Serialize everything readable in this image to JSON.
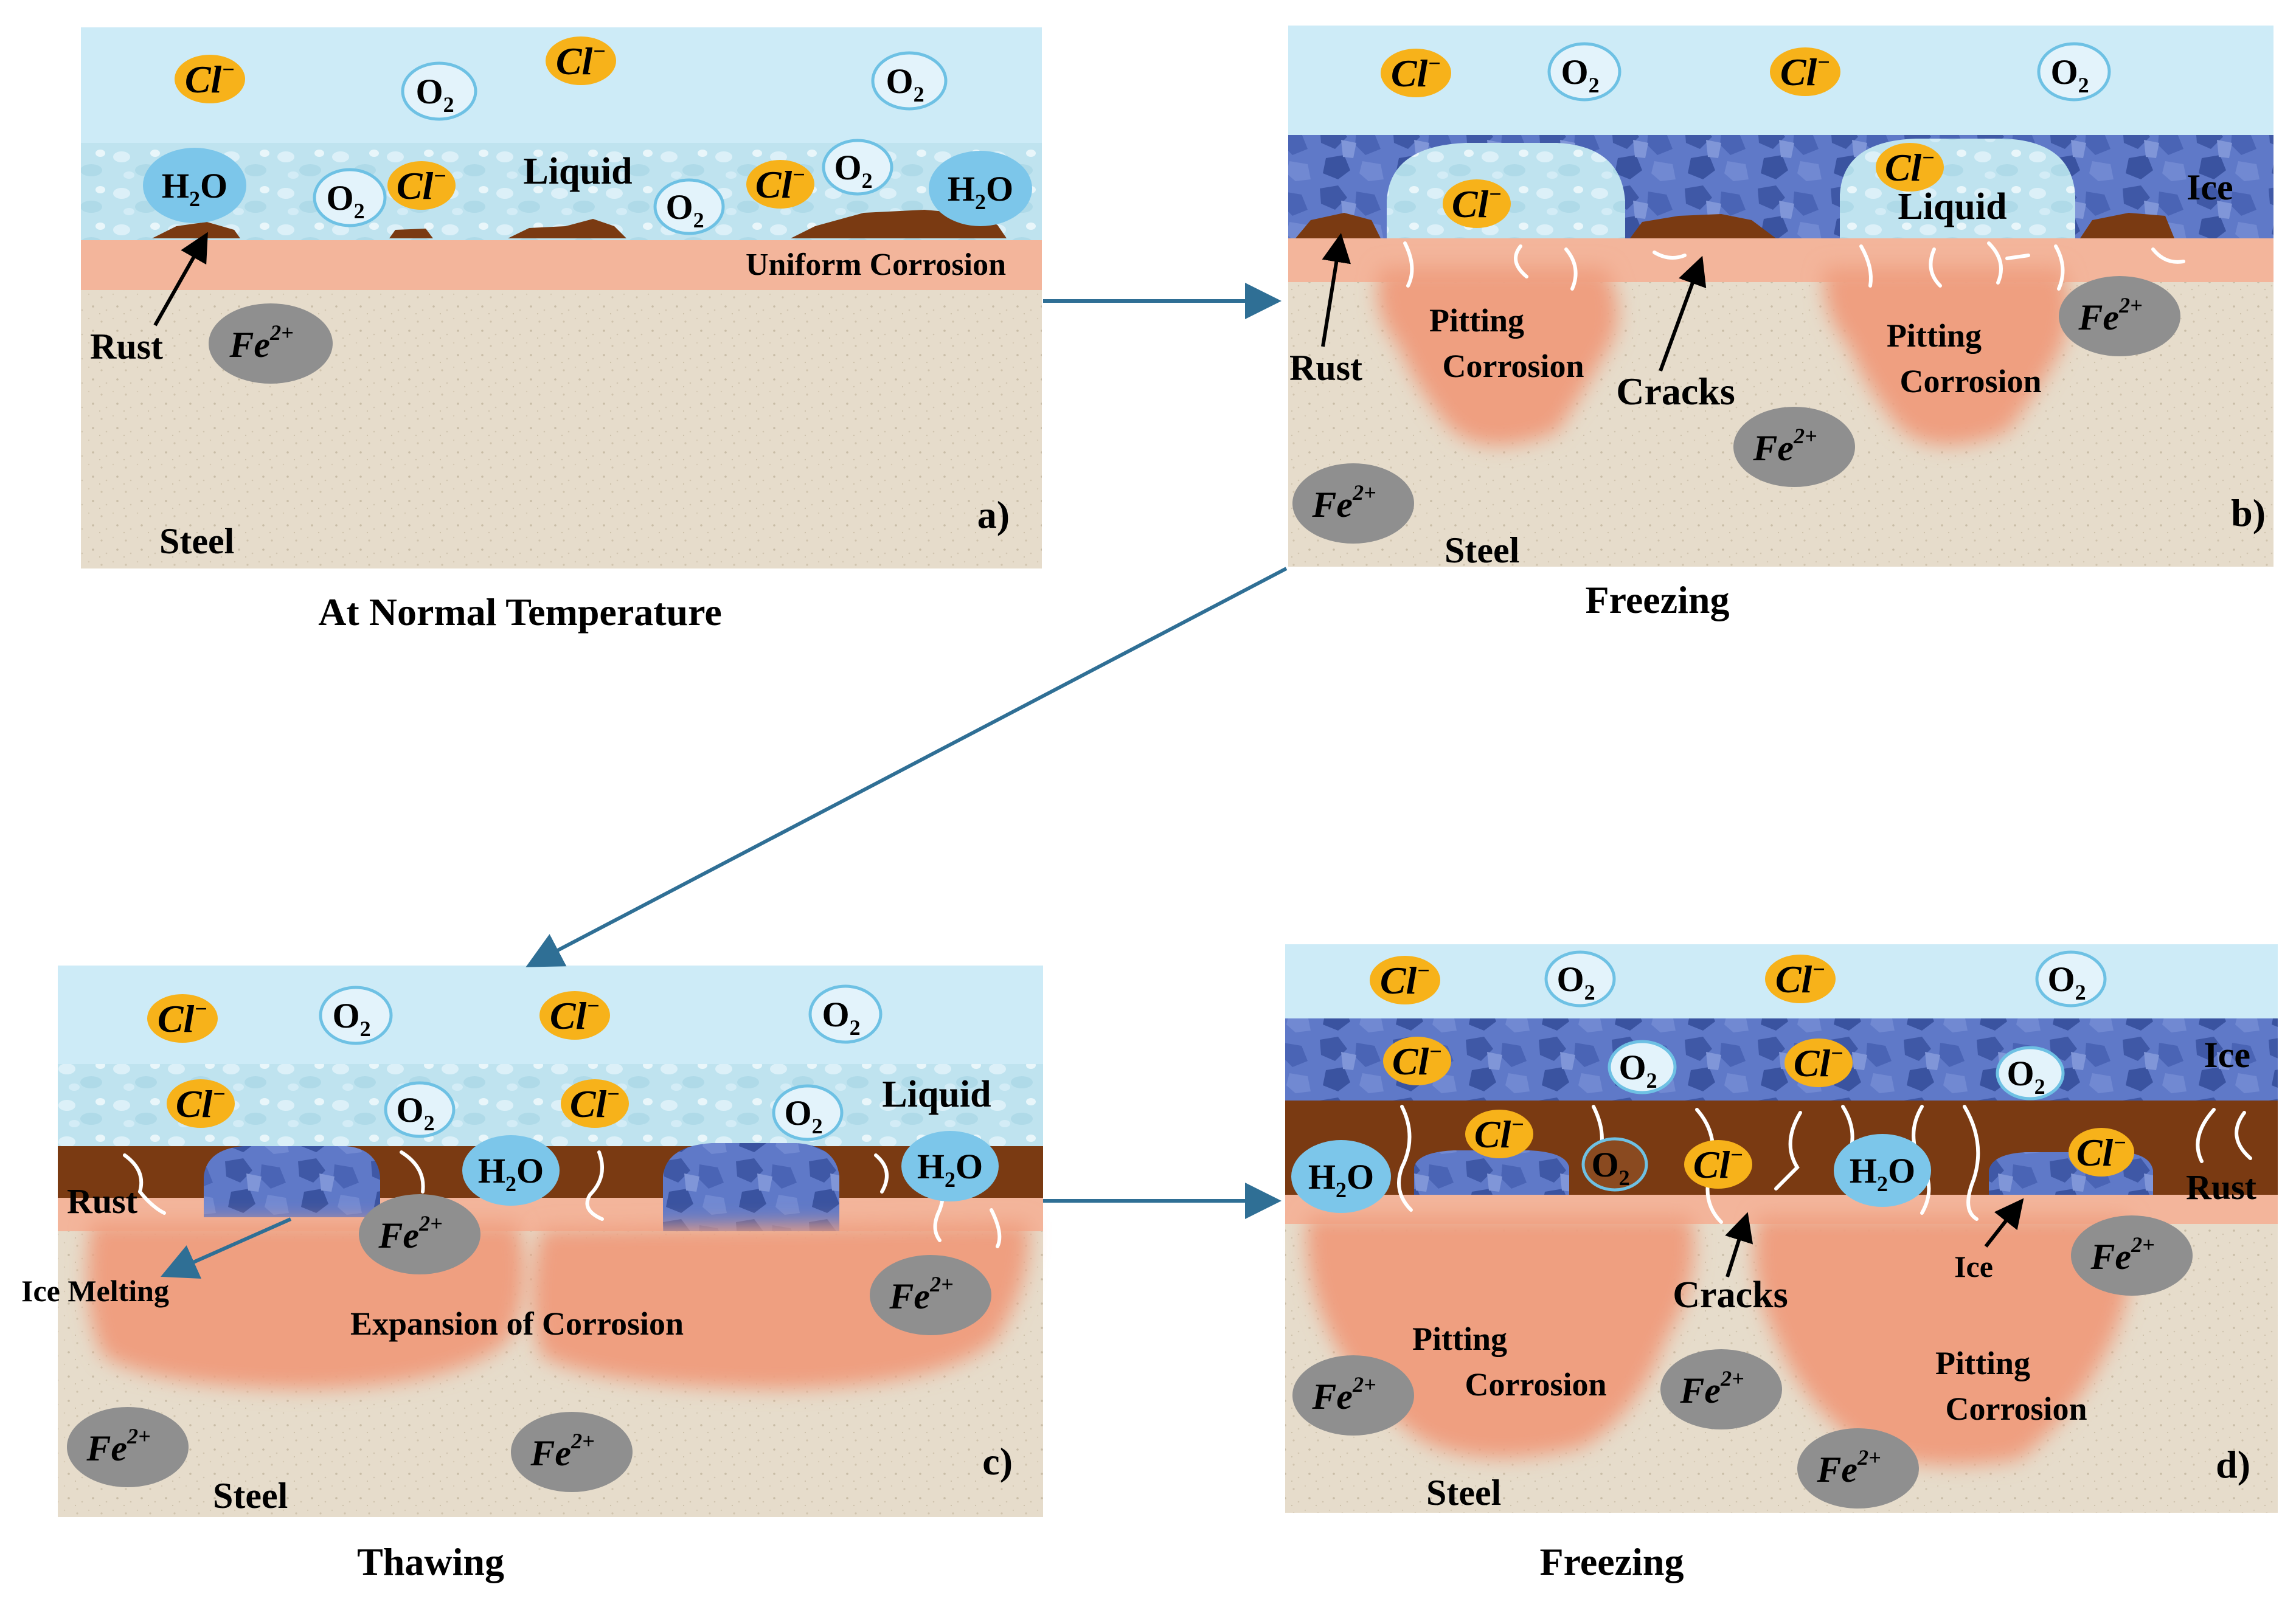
{
  "colors": {
    "water": "#cdebf7",
    "liquid": "#bfe3ef",
    "ice": "#5f79c8",
    "ice_dark": "#3f58a6",
    "rust": "#7a3a12",
    "corrosion_layer": "#f3b59b",
    "pitting": "#ef9f80",
    "steel": "#e6dccb",
    "cl_ion": "#f7b21a",
    "o2_ion": "#e3f3fb",
    "h2o_ion": "#7cc6ea",
    "fe_ion": "#8f8f8f",
    "arrow": "#2f6f95"
  },
  "ions": {
    "cl": "Cl",
    "cl_sup": "−",
    "o2": "O",
    "o2_sub": "2",
    "h2o_h": "H",
    "h2o_sub": "2",
    "h2o_o": "O",
    "fe": "Fe",
    "fe_sup": "2+"
  },
  "panels": {
    "a": {
      "letter": "a)",
      "caption": "At Normal Temperature",
      "liquid_label": "Liquid",
      "corrosion_label": "Uniform Corrosion",
      "rust_label": "Rust",
      "steel_label": "Steel"
    },
    "b": {
      "letter": "b)",
      "caption": "Freezing",
      "liquid_label": "Liquid",
      "ice_label": "Ice",
      "rust_label": "Rust",
      "pitting_left": [
        "Pitting",
        "Corrosion"
      ],
      "pitting_right": [
        "Pitting",
        "Corrosion"
      ],
      "cracks_label": "Cracks",
      "steel_label": "Steel"
    },
    "c": {
      "letter": "c)",
      "caption": "Thawing",
      "liquid_label": "Liquid",
      "rust_label": "Rust",
      "ice_melting_label": "Ice Melting",
      "expansion_label": "Expansion of Corrosion",
      "steel_label": "Steel"
    },
    "d": {
      "letter": "d)",
      "caption": "Freezing",
      "ice_label": "Ice",
      "ice_small_label": "Ice",
      "rust_label": "Rust",
      "cracks_label": "Cracks",
      "pitting_left": [
        "Pitting",
        "Corrosion"
      ],
      "pitting_right": [
        "Pitting",
        "Corrosion"
      ],
      "steel_label": "Steel"
    }
  }
}
